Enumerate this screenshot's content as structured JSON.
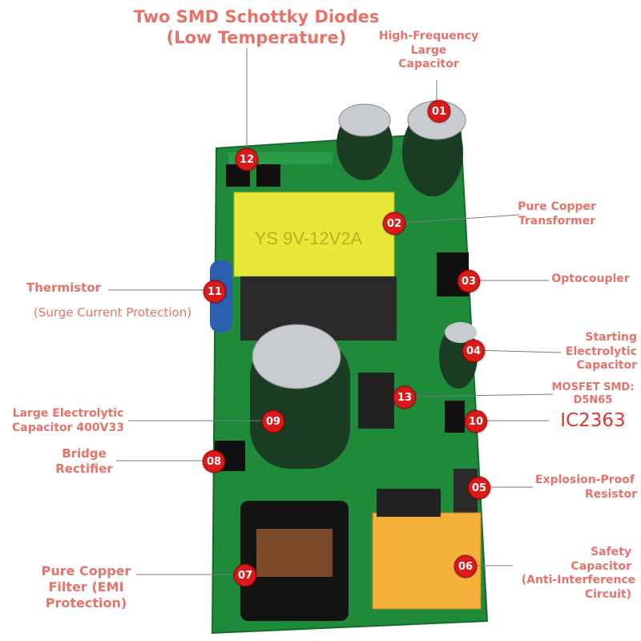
{
  "colors": {
    "label": "#e6736a",
    "badge": "#d91b1b",
    "pcb": "#1f8a3a",
    "leader": "#7a7a7a"
  },
  "transformer_marking": "YS 9V-12V2A",
  "ic_label": "IC2363",
  "labels": {
    "schottky": [
      "Two SMD Schottky Diodes",
      "(Low Temperature)"
    ],
    "hf_cap": [
      "High-Frequency",
      "Large",
      "Capacitor"
    ],
    "transformer": [
      "Pure Copper",
      "Transformer"
    ],
    "thermistor": [
      "Thermistor",
      "(Surge Current Protection)"
    ],
    "optocoupler": [
      "Optocoupler"
    ],
    "starting_cap": [
      "Starting",
      "Electrolytic",
      "Capacitor"
    ],
    "mosfet": [
      "MOSFET SMD:",
      "D5N65"
    ],
    "large_cap": [
      "Large Electrolytic",
      "Capacitor 400V33"
    ],
    "bridge": [
      "Bridge",
      "Rectifier"
    ],
    "explosion_resistor": [
      "Explosion-Proof",
      "Resistor"
    ],
    "safety_cap": [
      "Safety",
      "Capacitor",
      "(Anti-Interference",
      "Circuit)"
    ],
    "filter": [
      "Pure Copper",
      "Filter (EMI",
      "Protection)"
    ]
  },
  "badges": [
    "01",
    "02",
    "03",
    "04",
    "05",
    "06",
    "07",
    "08",
    "09",
    "10",
    "11",
    "12",
    "13"
  ]
}
